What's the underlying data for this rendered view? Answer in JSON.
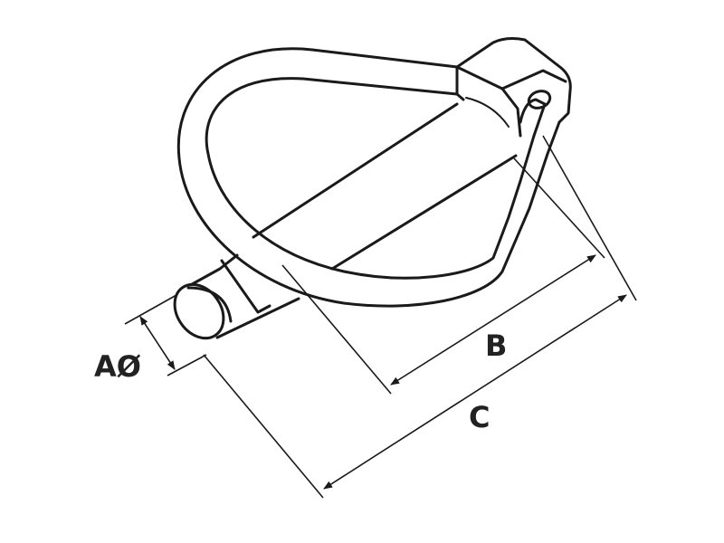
{
  "diagram": {
    "labels": {
      "a": "AØ",
      "b": "B",
      "c": "C"
    },
    "colors": {
      "stroke": "#1a1a1a",
      "background": "#ffffff"
    }
  }
}
